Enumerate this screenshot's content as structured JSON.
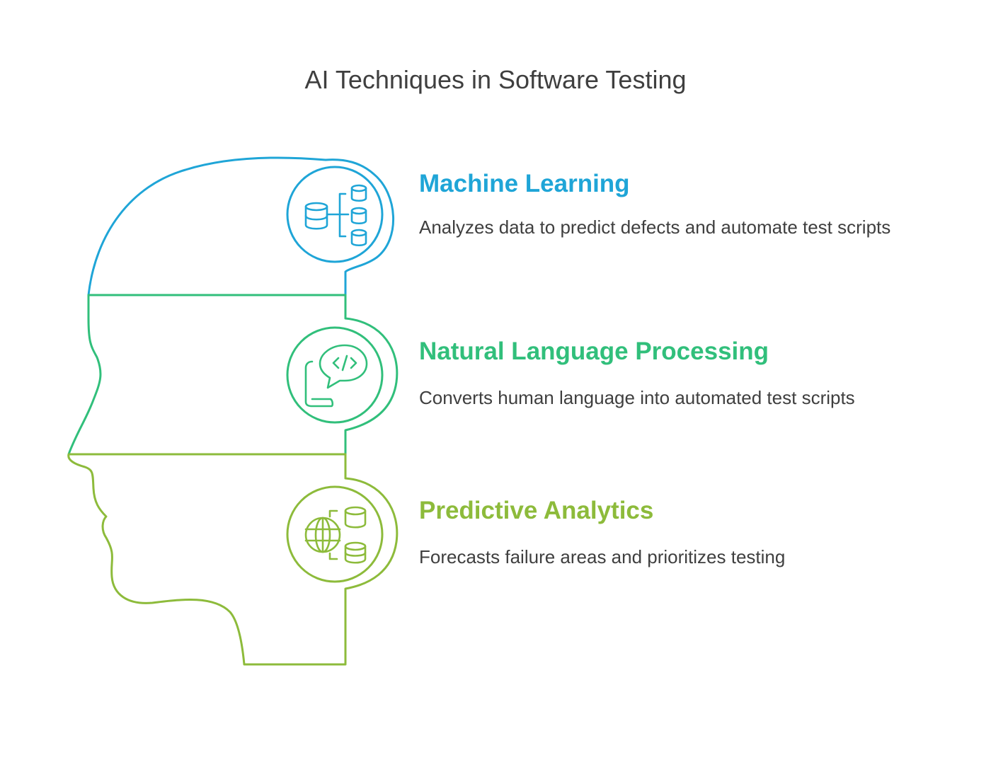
{
  "title": "AI Techniques in Software Testing",
  "colors": {
    "blue": "#1fa5d7",
    "green": "#31bf7b",
    "lime": "#8dbb3b",
    "text": "#3f3f3f"
  },
  "items": [
    {
      "heading": "Machine Learning",
      "description": "Analyzes data to predict defects and automate test scripts",
      "icon": "database-hierarchy-icon",
      "color": "#1fa5d7"
    },
    {
      "heading": "Natural Language Processing",
      "description": "Converts human language into automated test scripts",
      "icon": "code-speech-bubble-icon",
      "color": "#31bf7b"
    },
    {
      "heading": "Predictive Analytics",
      "description": "Forecasts failure areas and prioritizes testing",
      "icon": "globe-database-icon",
      "color": "#8dbb3b"
    }
  ]
}
